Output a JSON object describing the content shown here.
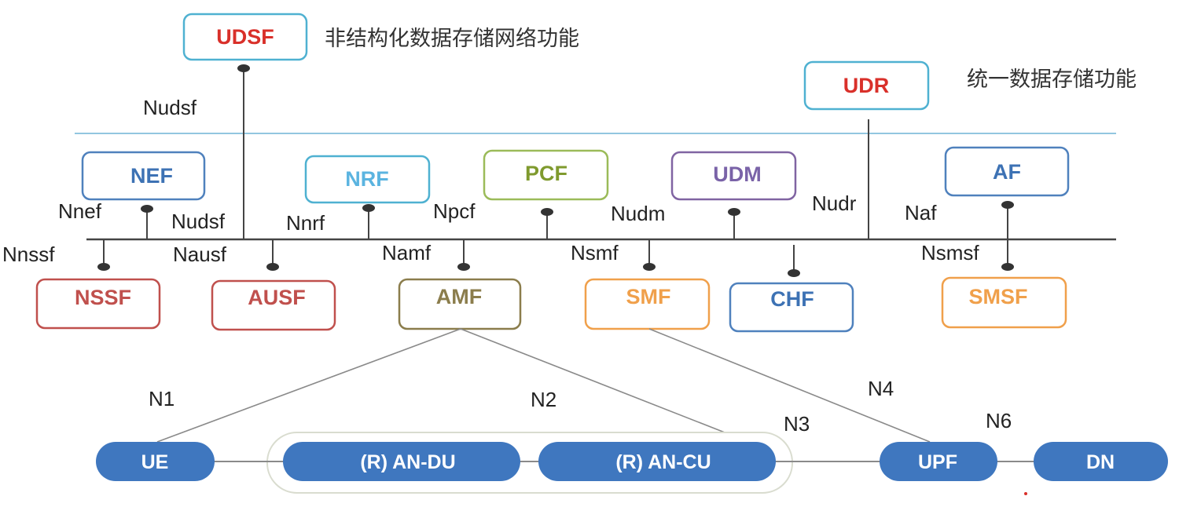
{
  "colors": {
    "line": "#444444",
    "thin_line": "#8a8a8a",
    "separator": "#6fb3d6",
    "pill_fill": "#3f77bf",
    "red": "#d9302a",
    "blue": "#3d72b4",
    "lightblue": "#5bb4e0",
    "olive": "#7f9a2e",
    "purple": "#7a63a8",
    "rose": "#c0504d",
    "orange": "#f0a04b",
    "brown": "#8b7d4c",
    "cyan_border": "#4fb1d1",
    "grayblue_border": "#4f81bd"
  },
  "storage": {
    "udsf": {
      "label": "UDSF",
      "desc": "非结构化数据存储网络功能",
      "interface": "Nudsf"
    },
    "udr": {
      "label": "UDR",
      "desc": "统一数据存储功能",
      "interface": "Nudr"
    }
  },
  "top_nfs": [
    {
      "id": "nef",
      "label": "NEF",
      "interface": "Nnef"
    },
    {
      "id": "nrf",
      "label": "NRF",
      "interface": "Nnrf"
    },
    {
      "id": "pcf",
      "label": "PCF",
      "interface": "Npcf"
    },
    {
      "id": "udm",
      "label": "UDM",
      "interface": "Nudm"
    },
    {
      "id": "af",
      "label": "AF",
      "interface": "Naf"
    }
  ],
  "bus_labels": {
    "nudsf": "Nudsf"
  },
  "bottom_nfs": [
    {
      "id": "nssf",
      "label": "NSSF",
      "interface": "Nnssf"
    },
    {
      "id": "ausf",
      "label": "AUSF",
      "interface": "Nausf"
    },
    {
      "id": "amf",
      "label": "AMF",
      "interface": "Namf"
    },
    {
      "id": "smf",
      "label": "SMF",
      "interface": "Nsmf"
    },
    {
      "id": "chf",
      "label": "CHF",
      "interface": ""
    },
    {
      "id": "smsf",
      "label": "SMSF",
      "interface": "Nsmsf"
    }
  ],
  "ref_points": {
    "n1": "N1",
    "n2": "N2",
    "n3": "N3",
    "n4": "N4",
    "n6": "N6"
  },
  "ran_nodes": [
    {
      "id": "ue",
      "label": "UE"
    },
    {
      "id": "an_du",
      "label": "(R)  AN-DU"
    },
    {
      "id": "an_cu",
      "label": "(R)  AN-CU"
    },
    {
      "id": "upf",
      "label": "UPF"
    },
    {
      "id": "dn",
      "label": "DN"
    }
  ]
}
